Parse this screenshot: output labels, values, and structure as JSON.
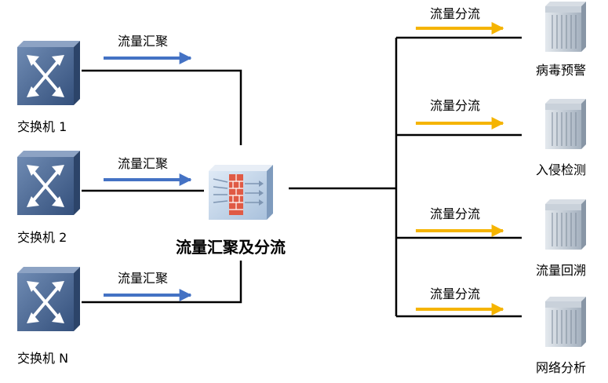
{
  "switches": [
    {
      "label": "交换机  1",
      "flow": "流量汇聚"
    },
    {
      "label": "交换机  2",
      "flow": "流量汇聚"
    },
    {
      "label": "交换机  N",
      "flow": "流量汇聚"
    }
  ],
  "center": {
    "label": "流量汇聚及分流"
  },
  "servers": [
    {
      "label": "病毒预警",
      "flow": "流量分流"
    },
    {
      "label": "入侵检测",
      "flow": "流量分流"
    },
    {
      "label": "流量回溯",
      "flow": "流量分流"
    },
    {
      "label": "网络分析",
      "flow": "流量分流"
    }
  ],
  "colors": {
    "switch_body": "#3e5b86",
    "aggregate_arrow": "#4472c4",
    "split_arrow": "#f5b400",
    "line": "#000000",
    "server_body": "#b8c3cf"
  }
}
